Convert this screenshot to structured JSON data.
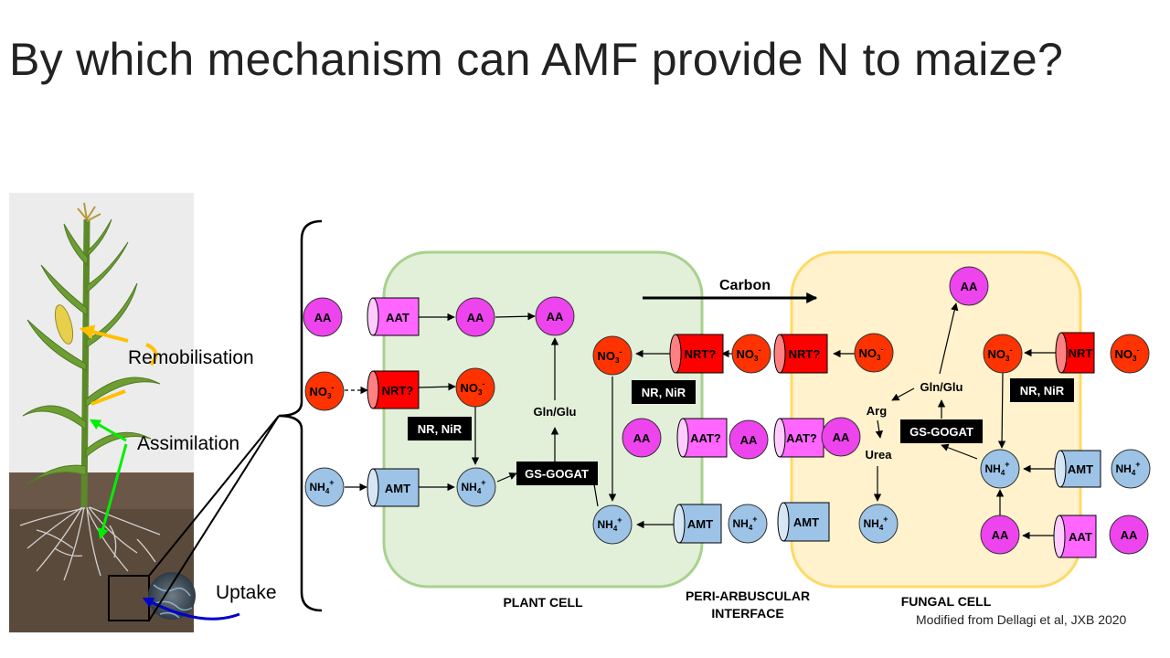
{
  "slide": {
    "title": "By which mechanism can AMF provide N to maize?",
    "credit": "Modified from Dellagi et al, JXB 2020"
  },
  "plant": {
    "stages": [
      "Remobilisation",
      "Assimilation",
      "Uptake"
    ]
  },
  "diagram": {
    "compartments": {
      "plant_cell": "PLANT CELL",
      "interface_line1": "PERI-ARBUSCULAR",
      "interface_line2": "INTERFACE",
      "fungal_cell": "FUNGAL CELL"
    },
    "carbon": "Carbon",
    "molecules": {
      "aa": "AA",
      "no3": "NO",
      "nh4": "NH",
      "sub3": "3",
      "sub4": "4",
      "minus": "-",
      "plus": "+"
    },
    "transporters": {
      "aat": "AAT",
      "aat_q": "AAT?",
      "nrt": "NRT",
      "nrt_q": "NRT?",
      "amt": "AMT"
    },
    "enzymes": {
      "nr_nir": "NR, NiR",
      "gs_gogat": "GS-GOGAT"
    },
    "metabolites": {
      "gln_glu": "Gln/Glu",
      "arg": "Arg",
      "urea": "Urea"
    }
  },
  "colors": {
    "aa": "#ee44ee",
    "no3": "#ff3300",
    "nh4": "#9dc3e6",
    "plant_cell": "#e2efd9",
    "fungal_cell": "#fff2cc",
    "transporter_aat": "#ff66ff",
    "transporter_nrt": "#ff0000",
    "transporter_amt": "#9dc3e6"
  }
}
